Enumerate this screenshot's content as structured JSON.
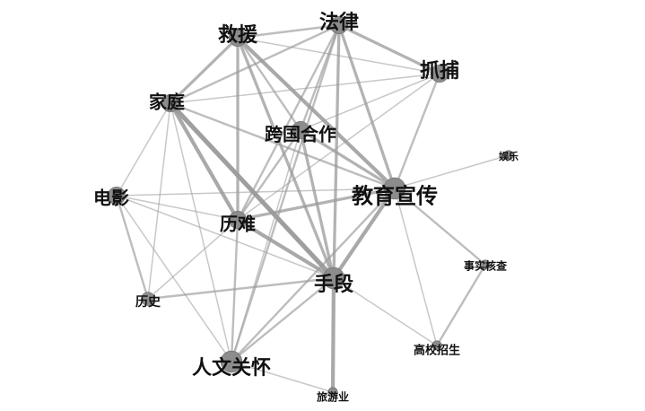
{
  "diagram": {
    "type": "network",
    "nodes": [
      {
        "id": "救援",
        "label": "救援",
        "size": 3
      },
      {
        "id": "法律",
        "label": "法律",
        "size": 3
      },
      {
        "id": "抓捕",
        "label": "抓捕",
        "size": 3
      },
      {
        "id": "家庭",
        "label": "家庭",
        "size": 3
      },
      {
        "id": "跨国合作",
        "label": "跨国合作",
        "size": 3
      },
      {
        "id": "娱乐",
        "label": "娱乐",
        "size": 1
      },
      {
        "id": "电影",
        "label": "电影",
        "size": 3
      },
      {
        "id": "教育宣传",
        "label": "教育宣传",
        "size": 4
      },
      {
        "id": "历难",
        "label": "历难",
        "size": 3
      },
      {
        "id": "事实核查",
        "label": "事实核查",
        "size": 1
      },
      {
        "id": "手段",
        "label": "手段",
        "size": 4
      },
      {
        "id": "历史",
        "label": "历史",
        "size": 2
      },
      {
        "id": "高校招生",
        "label": "高校招生",
        "size": 1
      },
      {
        "id": "人文关怀",
        "label": "人文关怀",
        "size": 4
      },
      {
        "id": "旅游业",
        "label": "旅游业",
        "size": 1
      }
    ],
    "edges": [
      [
        "救援",
        "法律",
        2
      ],
      [
        "救援",
        "抓捕",
        1
      ],
      [
        "救援",
        "家庭",
        3
      ],
      [
        "救援",
        "历难",
        3
      ],
      [
        "救援",
        "教育宣传",
        4
      ],
      [
        "救援",
        "手段",
        3
      ],
      [
        "救援",
        "跨国合作",
        2
      ],
      [
        "法律",
        "抓捕",
        3
      ],
      [
        "法律",
        "家庭",
        2
      ],
      [
        "法律",
        "教育宣传",
        3
      ],
      [
        "法律",
        "手段",
        3
      ],
      [
        "法律",
        "历难",
        2
      ],
      [
        "法律",
        "跨国合作",
        2
      ],
      [
        "法律",
        "人文关怀",
        2
      ],
      [
        "抓捕",
        "教育宣传",
        2
      ],
      [
        "抓捕",
        "跨国合作",
        1
      ],
      [
        "抓捕",
        "家庭",
        1
      ],
      [
        "抓捕",
        "历难",
        1
      ],
      [
        "家庭",
        "历难",
        4
      ],
      [
        "家庭",
        "手段",
        5
      ],
      [
        "家庭",
        "教育宣传",
        2
      ],
      [
        "家庭",
        "电影",
        1
      ],
      [
        "家庭",
        "历史",
        1
      ],
      [
        "家庭",
        "人文关怀",
        1
      ],
      [
        "电影",
        "教育宣传",
        1
      ],
      [
        "电影",
        "历难",
        1
      ],
      [
        "电影",
        "历史",
        2
      ],
      [
        "电影",
        "手段",
        1
      ],
      [
        "电影",
        "人文关怀",
        1
      ],
      [
        "跨国合作",
        "教育宣传",
        3
      ],
      [
        "跨国合作",
        "手段",
        3
      ],
      [
        "跨国合作",
        "历难",
        2
      ],
      [
        "跨国合作",
        "人文关怀",
        1
      ],
      [
        "教育宣传",
        "历难",
        3
      ],
      [
        "教育宣传",
        "手段",
        4
      ],
      [
        "教育宣传",
        "娱乐",
        1
      ],
      [
        "教育宣传",
        "事实核查",
        2
      ],
      [
        "教育宣传",
        "高校招生",
        1
      ],
      [
        "教育宣传",
        "人文关怀",
        2
      ],
      [
        "历难",
        "手段",
        4
      ],
      [
        "历难",
        "人文关怀",
        2
      ],
      [
        "历难",
        "历史",
        1
      ],
      [
        "手段",
        "历史",
        2
      ],
      [
        "手段",
        "人文关怀",
        2
      ],
      [
        "手段",
        "旅游业",
        4
      ],
      [
        "手段",
        "高校招生",
        1
      ],
      [
        "事实核查",
        "高校招生",
        2
      ],
      [
        "人文关怀",
        "旅游业",
        1
      ]
    ],
    "colors": {
      "edge": "#9a9a9a",
      "node": "#8c8c8c",
      "label": "#111111"
    }
  }
}
